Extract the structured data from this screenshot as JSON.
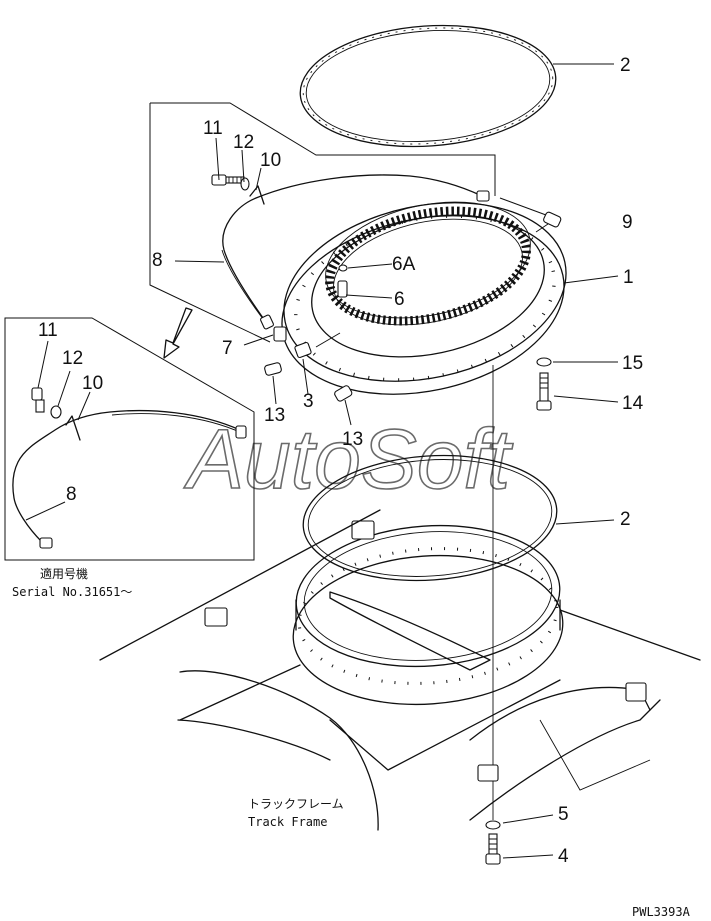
{
  "parts": {
    "p2_top": "2",
    "p11_main": "11",
    "p12_main": "12",
    "p10_main": "10",
    "p9": "9",
    "p8_main": "8",
    "p6a": "6A",
    "p1": "1",
    "p6": "6",
    "p7": "7",
    "p15": "15",
    "p14": "14",
    "p13_left": "13",
    "p3": "3",
    "p13_right": "13",
    "p2_bottom": "2",
    "p5": "5",
    "p4": "4",
    "p11_inset": "11",
    "p12_inset": "12",
    "p10_inset": "10",
    "p8_inset": "8"
  },
  "inset": {
    "applicable_jp": "適用号機",
    "serial": "Serial No.31651～"
  },
  "track_frame": {
    "jp": "トラックフレーム",
    "en": "Track Frame"
  },
  "watermark": "AutoSoft",
  "drawing_code": "PWL3393A"
}
